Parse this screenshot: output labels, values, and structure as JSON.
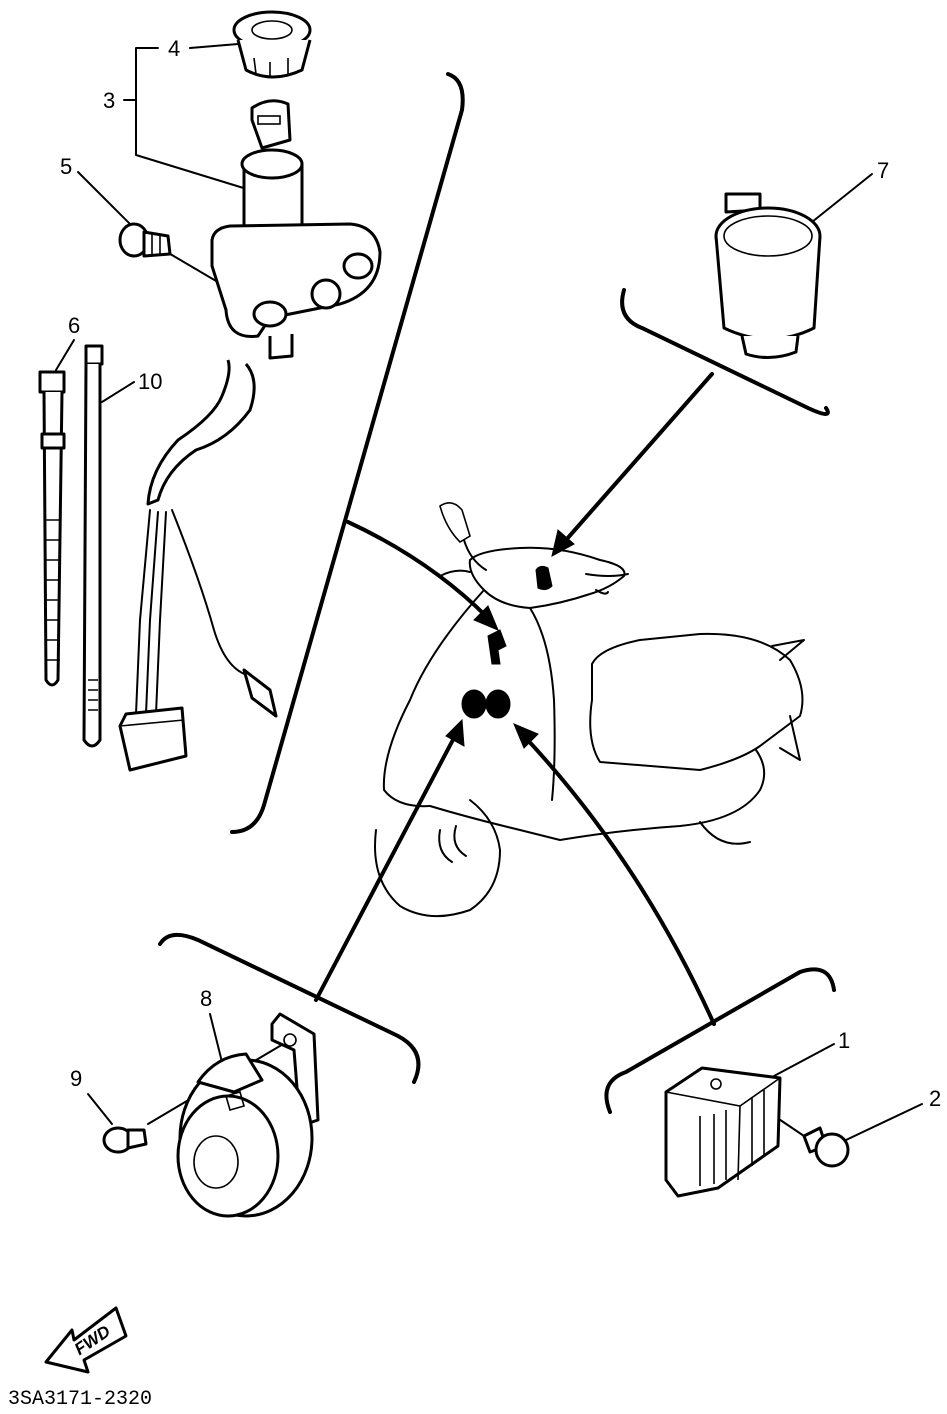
{
  "diagram": {
    "callouts": {
      "c1": "1",
      "c2": "2",
      "c3": "3",
      "c4": "4",
      "c5": "5",
      "c6": "6",
      "c7": "7",
      "c8": "8",
      "c9": "9",
      "c10": "10"
    },
    "fwd_label": "FWD",
    "code": "3SA3171-2320"
  }
}
